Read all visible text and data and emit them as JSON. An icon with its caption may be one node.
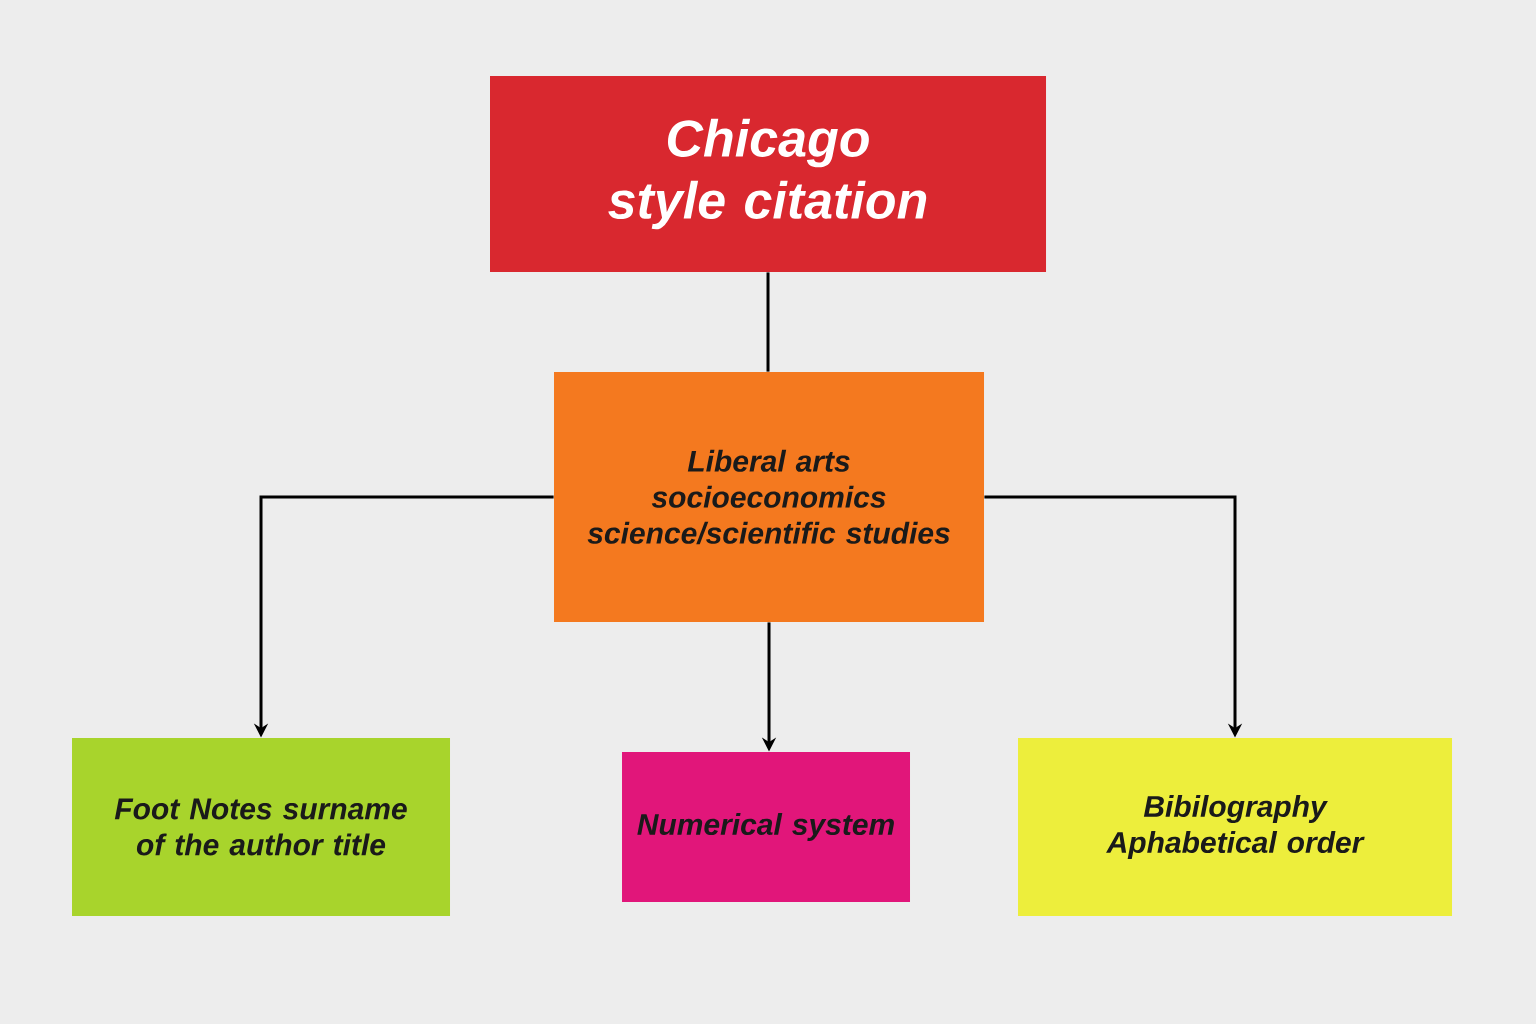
{
  "diagram": {
    "nodes": [
      {
        "text": [
          "Chicago style citation"
        ]
      },
      {
        "text": [
          "Liberal arts socioeconomics science/scientific studies"
        ]
      },
      {
        "text": [
          "Foot Notes surname of the author title"
        ]
      },
      {
        "text": [
          "Numerical system"
        ]
      },
      {
        "text": [
          "Bibilography Aphabetical order"
        ]
      }
    ],
    "edges": [
      {
        "from": 0,
        "to": 1,
        "arrow": "none"
      },
      {
        "from": 1,
        "to": 2,
        "arrow": "to"
      },
      {
        "from": 1,
        "to": 3,
        "arrow": "to"
      },
      {
        "from": 1,
        "to": 4,
        "arrow": "to"
      }
    ]
  }
}
